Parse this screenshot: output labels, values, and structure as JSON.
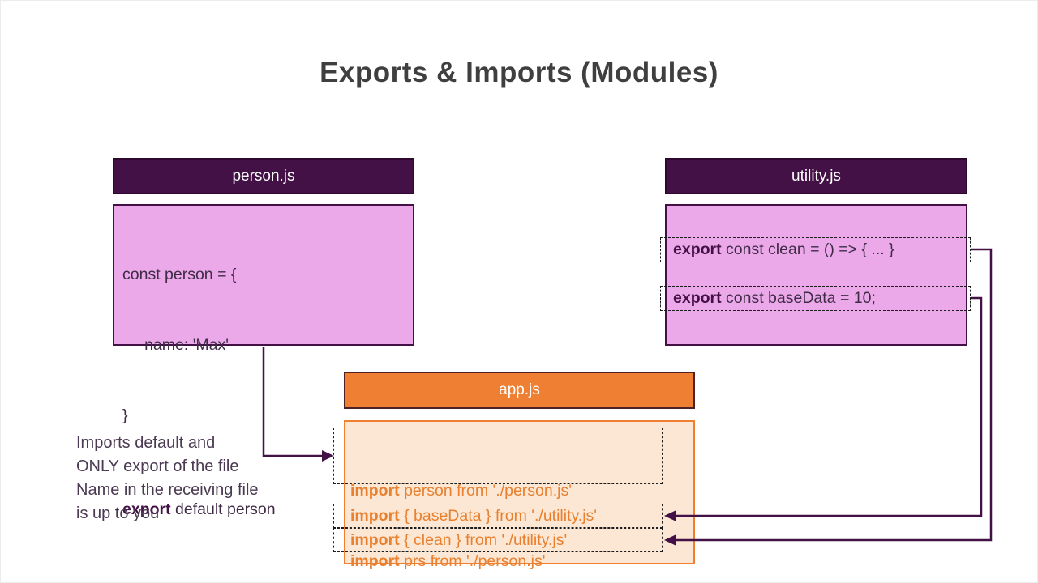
{
  "title": "Exports & Imports (Modules)",
  "person": {
    "filename": "person.js",
    "code_lines": {
      "l1": "const person = {",
      "l2": "     name: 'Max'",
      "l3": "}"
    },
    "export_stmt": {
      "keyword": "export",
      "rest": " default person"
    }
  },
  "utility": {
    "filename": "utility.js",
    "exports": [
      {
        "keyword": "export",
        "rest": " const clean = () => { ... }"
      },
      {
        "keyword": "export",
        "rest": " const baseData = 10;"
      }
    ]
  },
  "app": {
    "filename": "app.js",
    "default_imports": [
      {
        "keyword": "import",
        "rest": " person from './person.js'"
      },
      {
        "keyword": "import",
        "rest": " prs from './person.js'"
      }
    ],
    "named_imports": [
      {
        "keyword": "import",
        "rest": " { baseData } from './utility.js'"
      },
      {
        "keyword": "import",
        "rest": " { clean } from './utility.js'"
      }
    ]
  },
  "note": {
    "l1": "Imports default and",
    "l2": "ONLY export of the file",
    "l3": "Name in the receiving file",
    "l4": "is up to you"
  },
  "colors": {
    "purple-dark": "#431146",
    "purple-light": "#eba9ea",
    "purple-header-border": "#30082f",
    "orange": "#ee7f33",
    "orange-light": "#fbe7d3",
    "orange-text": "#e8802f",
    "app-header-border": "#4e2125",
    "code-text": "#3f2b46",
    "note-text": "#4b3a52",
    "title-text": "#3f3f3f",
    "dash": "#1c1c1c"
  }
}
